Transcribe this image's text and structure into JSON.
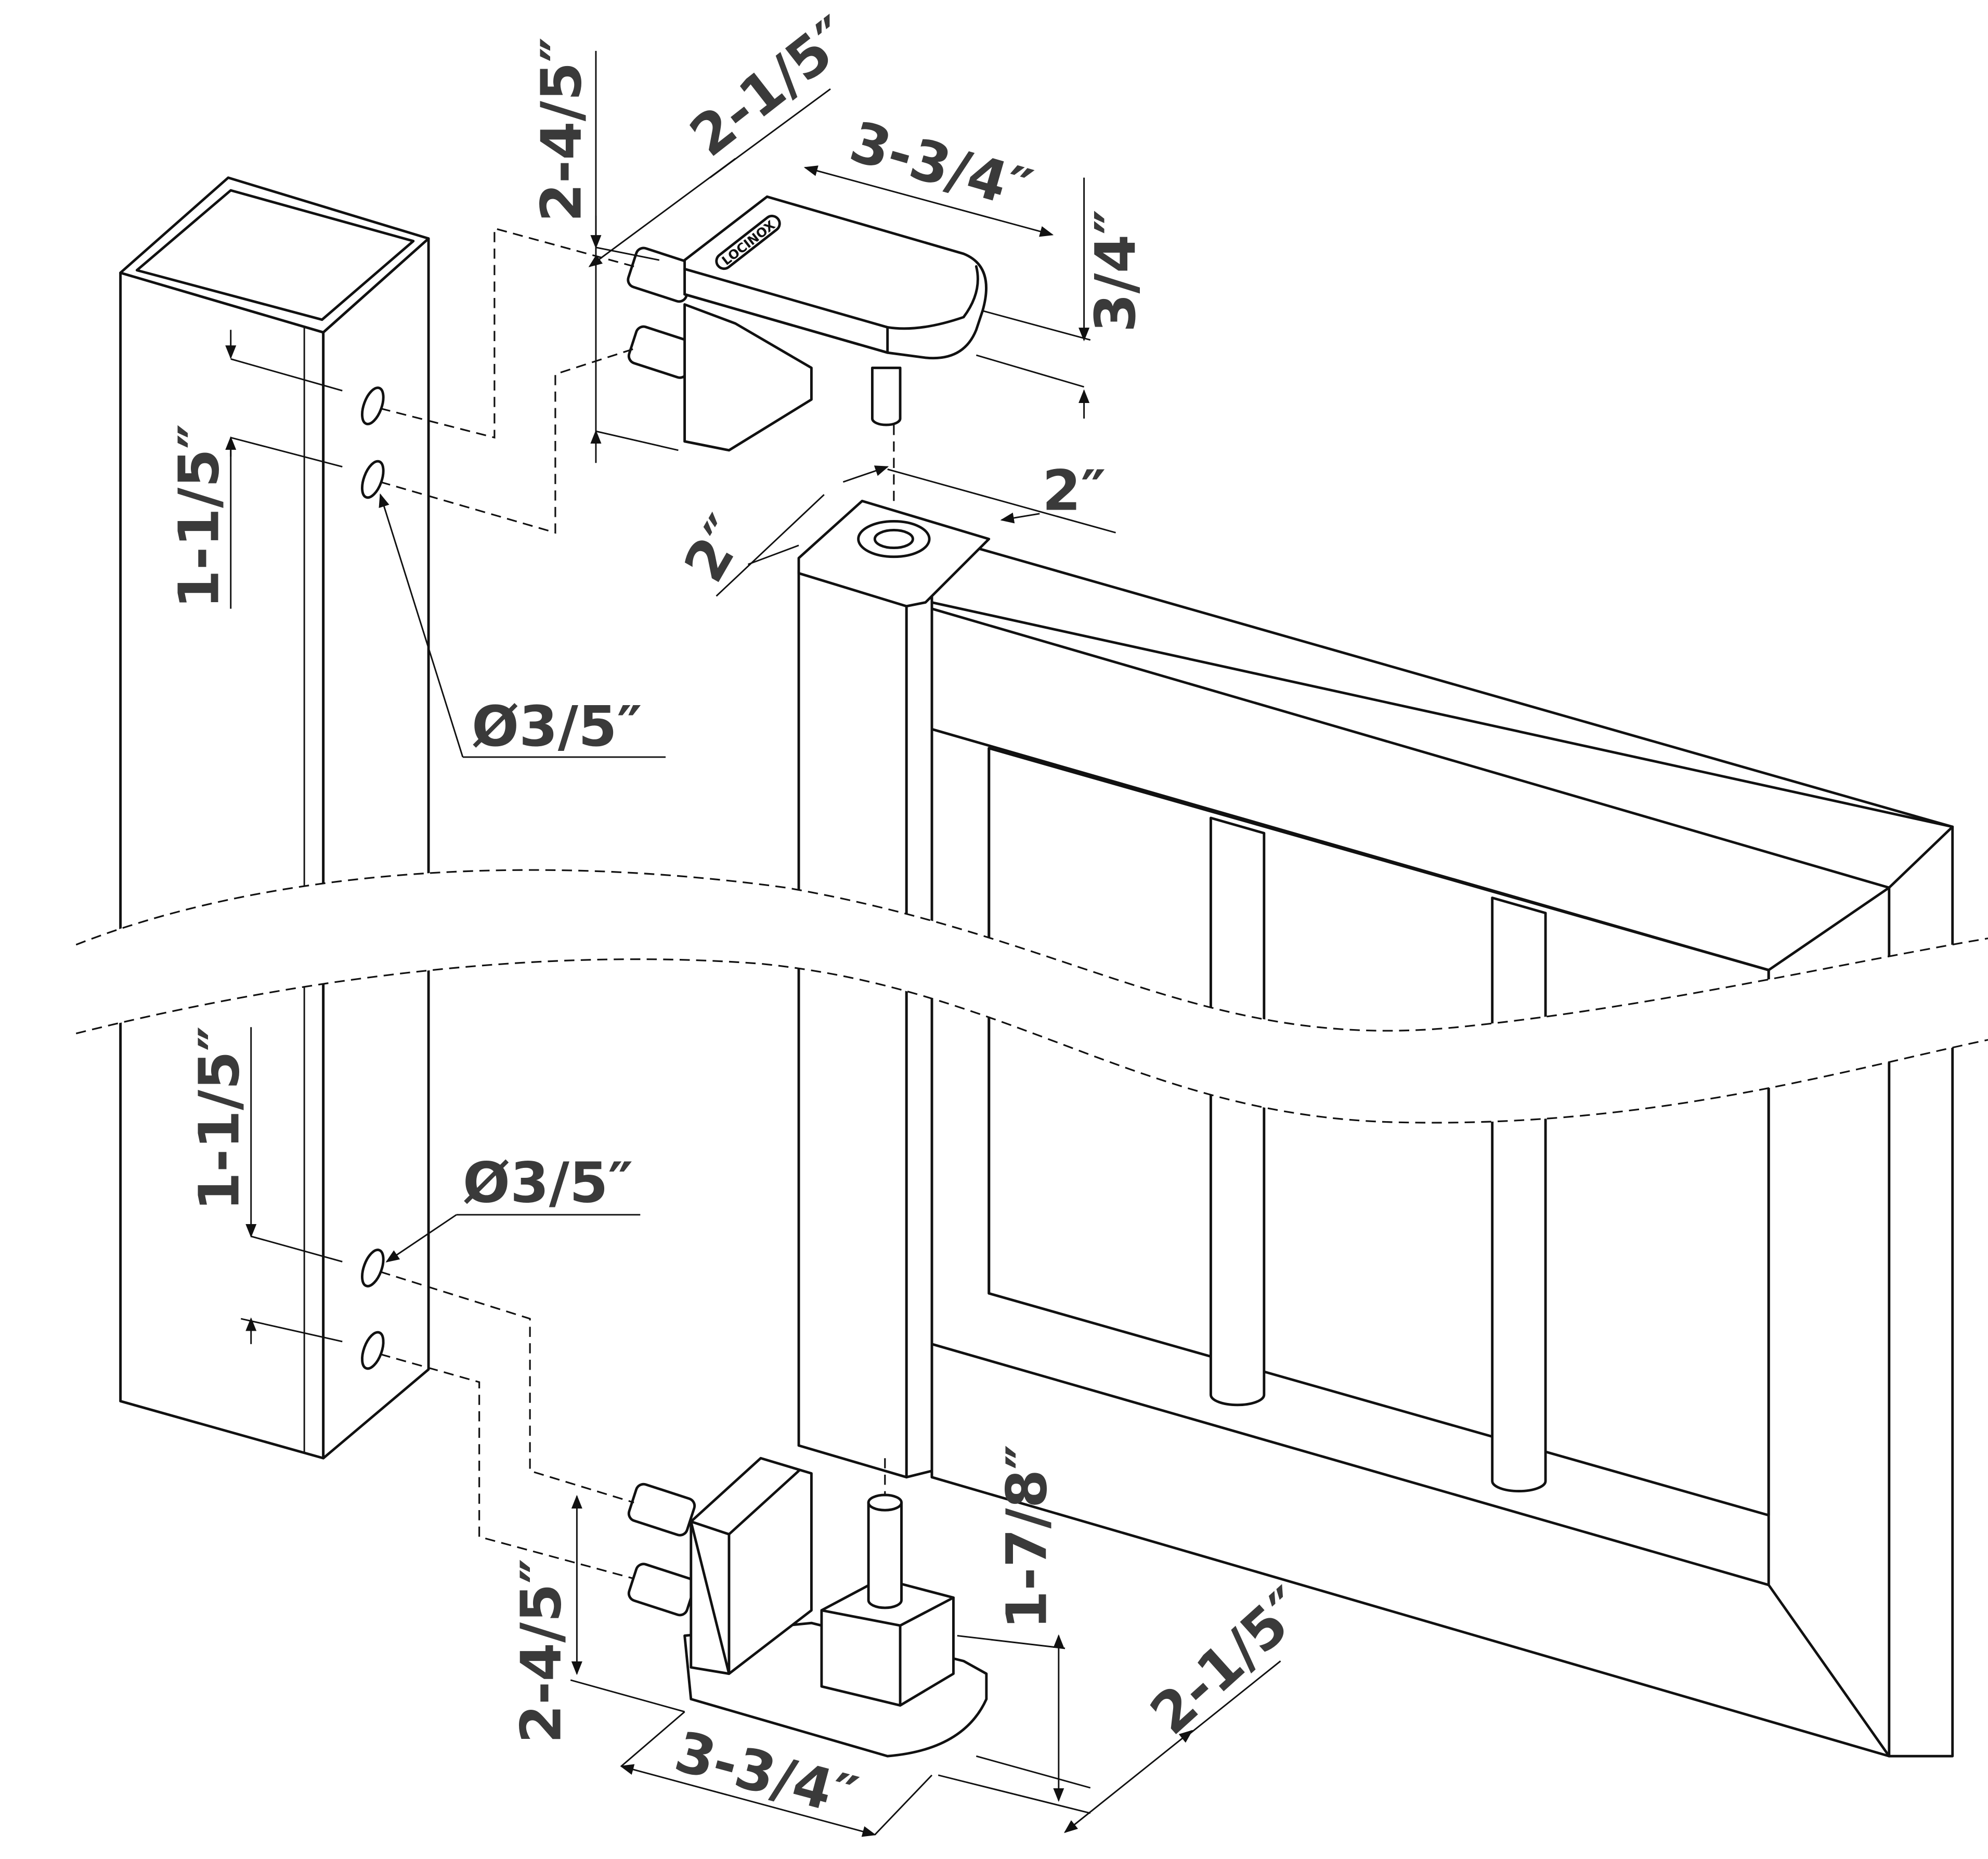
{
  "brand_logo": "LOCINOX",
  "dimensions": {
    "top_hinge_height": "2-4/5″",
    "top_hinge_width": "2-1/5″",
    "top_hinge_length": "3-3/4″",
    "top_hinge_thickness": "3/4″",
    "gate_post_width_a": "2″",
    "gate_post_width_b": "2″",
    "top_hole_spacing": "1-1/5″",
    "top_hole_diameter": "Ø3/5″",
    "bottom_hole_spacing": "1-1/5″",
    "bottom_hole_diameter": "Ø3/5″",
    "bottom_hinge_height": "2-4/5″",
    "bottom_hinge_length": "3-3/4″",
    "bottom_hinge_pin_height": "1-7/8″",
    "bottom_hinge_width": "2-1/5″"
  }
}
